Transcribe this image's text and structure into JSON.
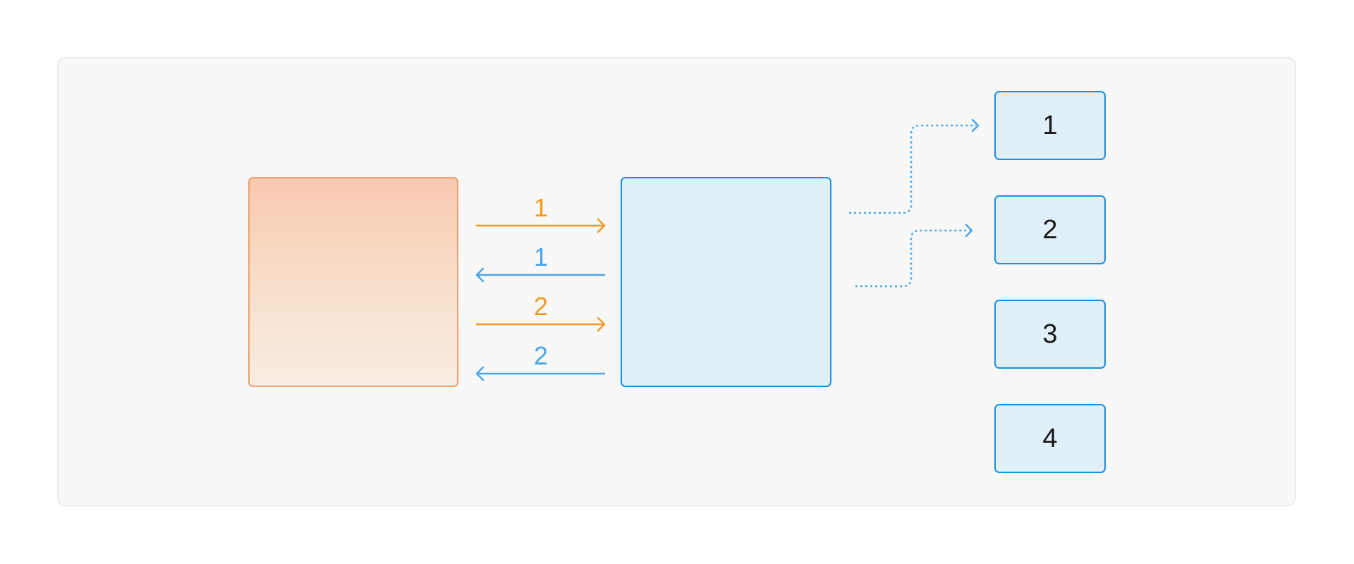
{
  "diagram": {
    "workers": [
      {
        "label": "1"
      },
      {
        "label": "2"
      },
      {
        "label": "3"
      },
      {
        "label": "4"
      }
    ],
    "arrows": [
      {
        "label": "1",
        "direction": "client-to-server",
        "color": "#f39a1e"
      },
      {
        "label": "1",
        "direction": "server-to-client",
        "color": "#4aa6ea"
      },
      {
        "label": "2",
        "direction": "client-to-server",
        "color": "#f39a1e"
      },
      {
        "label": "2",
        "direction": "server-to-client",
        "color": "#4aa6ea"
      }
    ],
    "dispatch_links": [
      {
        "target": "worker-1",
        "style": "dotted",
        "color": "#4aa6ea"
      },
      {
        "target": "worker-2",
        "style": "dotted",
        "color": "#4aa6ea"
      }
    ],
    "colors": {
      "client_border": "#f2a066",
      "client_fill_top": "#f8c9b0",
      "client_fill_bottom": "#f8ede2",
      "server_border": "#1b8fe0",
      "server_fill": "#e1eff9",
      "panel_bg": "#f8f8f8"
    }
  }
}
